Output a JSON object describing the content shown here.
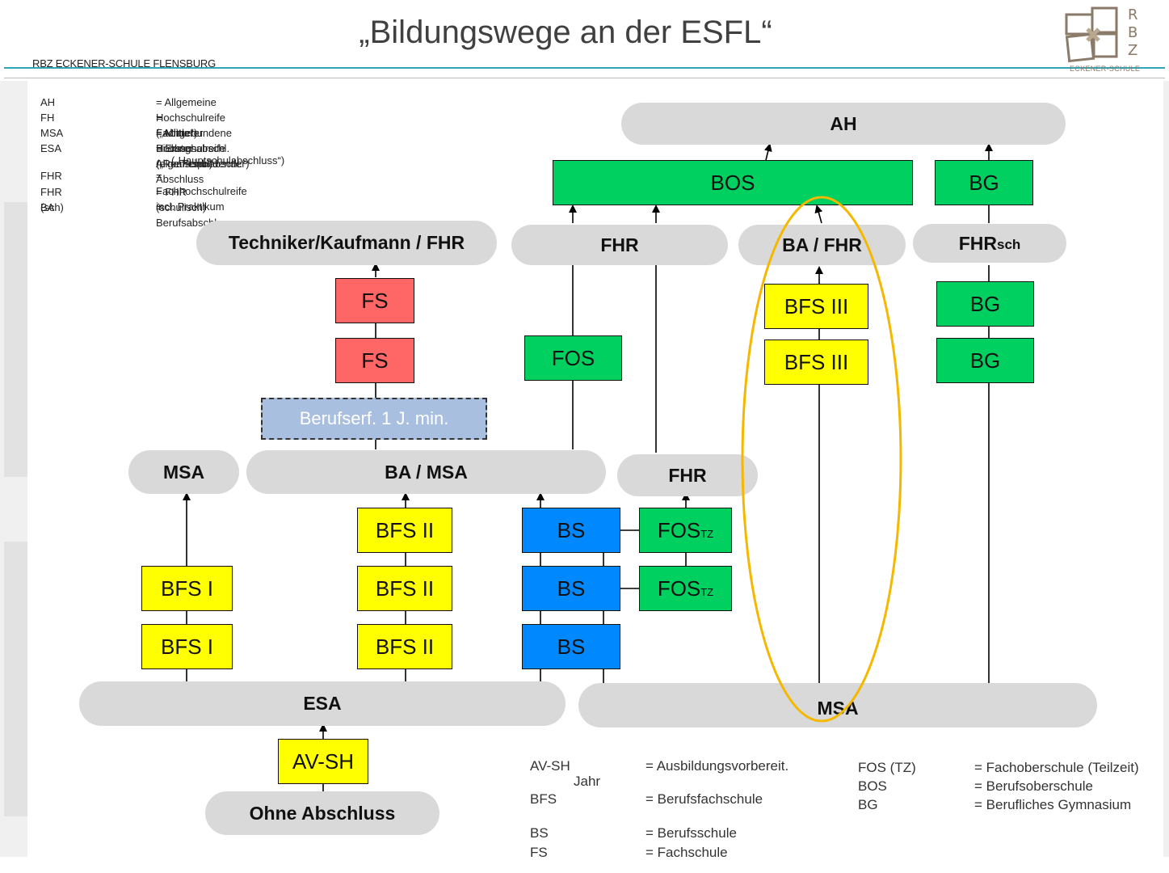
{
  "header": {
    "title": "„Bildungswege an der ESFL“",
    "school_name": "RBZ ECKENER-SCHULE FLENSBURG",
    "logo_letters": [
      "R",
      "B",
      "Z"
    ],
    "logo_caption": "ECKENER-SCHULE"
  },
  "legend_top": [
    {
      "abbr": "AH",
      "desc": "= Allgemeine Hochschulreife („Abitur“)"
    },
    {
      "abbr": "FH",
      "desc": "= Fachgebundene Hochschulreife (eine Frspr.)"
    },
    {
      "abbr": "MSA",
      "desc": "= Mittlerer Bildungsabschl. („Realschulabschl.“)"
    },
    {
      "abbr": "ESA",
      "desc": "= Erster Allgemeinbildender Abschluss"
    },
    {
      "abbr": "",
      "desc": "(„Hauptschulabschluss“)"
    },
    {
      "abbr": "FHR",
      "desc": "= Fachhochschulreife incl. Praktikum"
    },
    {
      "abbr": "FHR (sch)",
      "desc": "= FHR (schulisch)"
    },
    {
      "abbr": "BA",
      "desc": "= Berufsabschluss"
    }
  ],
  "nodes": {
    "ah": "AH",
    "bos": "BOS",
    "bg_top": "BG",
    "techniker": "Techniker/Kaufmann / FHR",
    "fhr_upper": "FHR",
    "ba_fhr": "BA / FHR",
    "fhr_sch_main": "FHR",
    "fhr_sch_sub": "sch",
    "fs_1": "FS",
    "fs_2": "FS",
    "fos": "FOS",
    "bfs3_1": "BFS III",
    "bfs3_2": "BFS III",
    "bg_1": "BG",
    "bg_2": "BG",
    "berufserf": "Berufserf. 1 J. min.",
    "msa_left": "MSA",
    "ba_msa": "BA / MSA",
    "fhr_mid": "FHR",
    "bfs2_1": "BFS II",
    "bfs2_2": "BFS II",
    "bfs2_3": "BFS II",
    "bfs1_1": "BFS I",
    "bfs1_2": "BFS I",
    "bs_1": "BS",
    "bs_2": "BS",
    "bs_3": "BS",
    "fostz_1_main": "FOS",
    "fostz_1_sub": "TZ",
    "fostz_2_main": "FOS",
    "fostz_2_sub": "TZ",
    "esa": "ESA",
    "msa_bottom": "MSA",
    "avsh": "AV-SH",
    "ohne": "Ohne Abschluss"
  },
  "legend_bottom_left": [
    {
      "abbr": "AV-SH",
      "desc": "= Ausbildungsvorbereit."
    },
    {
      "abbr": "Jahr",
      "desc": ""
    },
    {
      "abbr": "BFS",
      "desc": "= Berufsfachschule"
    },
    {
      "abbr": "BS",
      "desc": "= Berufsschule"
    },
    {
      "abbr": "FS",
      "desc": "= Fachschule"
    }
  ],
  "legend_bottom_right": [
    {
      "abbr": "FOS (TZ)",
      "desc": "= Fachoberschule (Teilzeit)"
    },
    {
      "abbr": "BOS",
      "desc": "= Berufsoberschule"
    },
    {
      "abbr": "BG",
      "desc": "= Berufliches Gymnasium"
    }
  ],
  "colors": {
    "school_types_yellow": "#ffff00",
    "school_types_green": "#00d060",
    "school_types_red": "#ff6666",
    "school_types_blue": "#0088ff",
    "qualification_pill": "#d9d9d9",
    "highlight_ellipse": "#f5b800"
  }
}
